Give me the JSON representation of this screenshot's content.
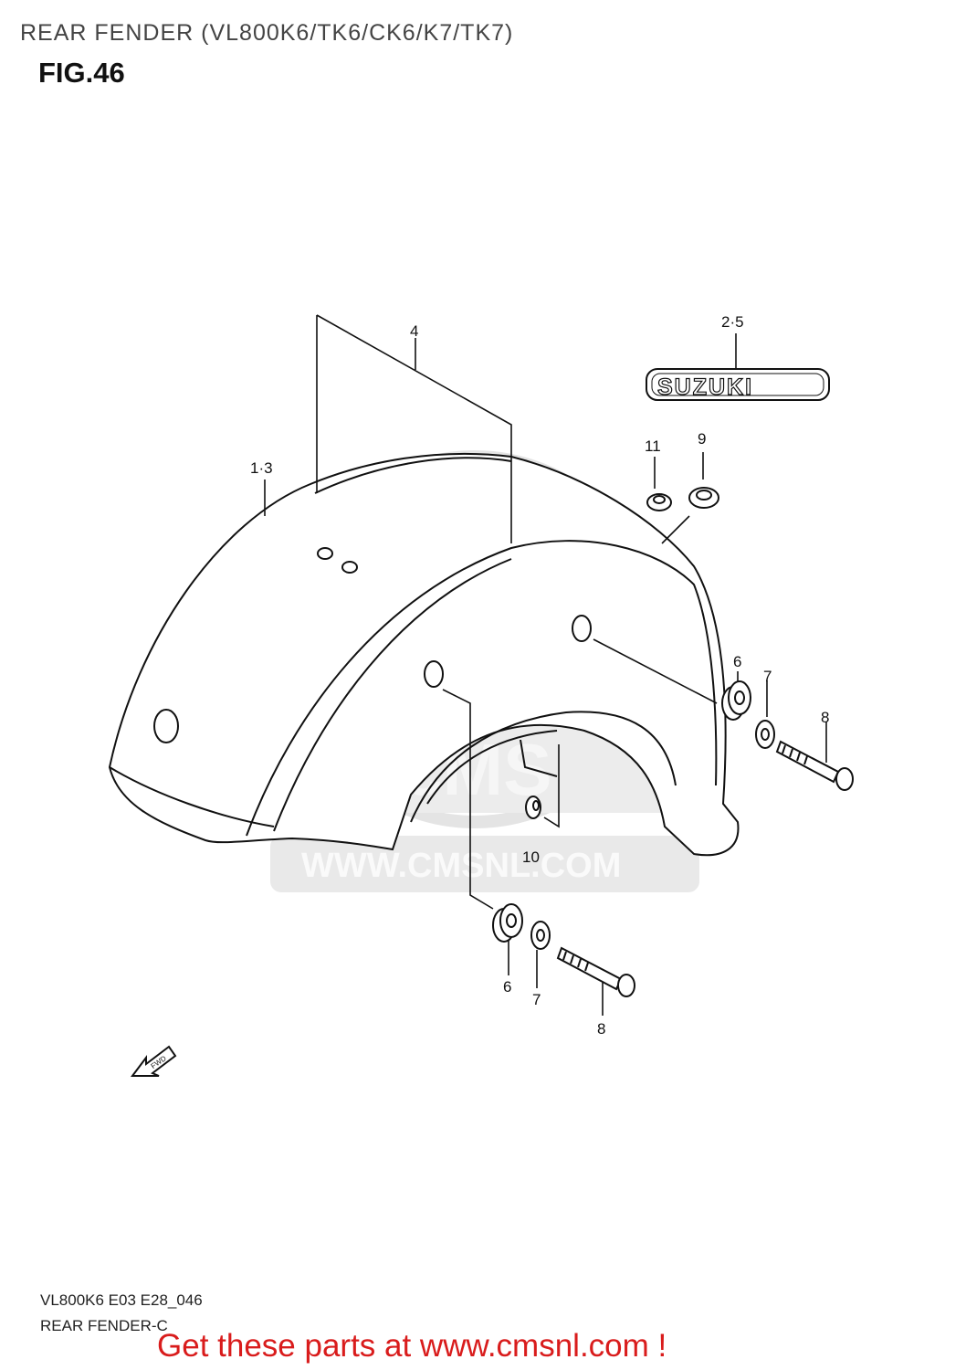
{
  "header": {
    "title": "REAR FENDER (VL800K6/TK6/CK6/K7/TK7)",
    "figure": "FIG.46"
  },
  "callouts": {
    "c4": "4",
    "c25": "2·5",
    "c13": "1·3",
    "c11": "11",
    "c9": "9",
    "c6a": "6",
    "c7a": "7",
    "c8a": "8",
    "c10": "10",
    "c6b": "6",
    "c7b": "7",
    "c8b": "8"
  },
  "emblem": {
    "text": "SUZUKI"
  },
  "fwd_arrow": {
    "text": "FWD"
  },
  "watermark": {
    "text": "WWW.CMSNL.COM",
    "logo": "cMS"
  },
  "footer": {
    "code": "VL800K6 E03 E28_046",
    "name": "REAR FENDER-C",
    "promo": "Get these parts at www.cmsnl.com !"
  },
  "colors": {
    "promo": "#d91c1c",
    "line": "#111111",
    "watermark": "#e2e2e2"
  }
}
